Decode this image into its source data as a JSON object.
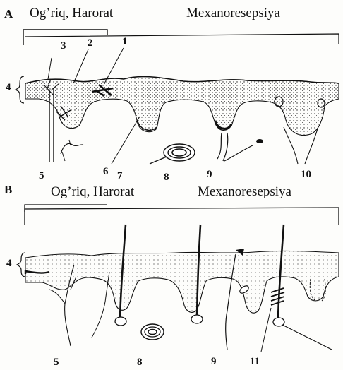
{
  "panel_a": {
    "letter": "A",
    "category_left": "Og’riq, Harorat",
    "category_right": "Mexanoresepsiya",
    "numbers": {
      "n1": "1",
      "n2": "2",
      "n3": "3",
      "n4": "4",
      "n5": "5",
      "n6": "6",
      "n7": "7",
      "n8": "8",
      "n9": "9",
      "n10": "10"
    }
  },
  "panel_b": {
    "letter": "B",
    "category_left": "Og’riq, Harorat",
    "category_right": "Mexanoresepsiya",
    "numbers": {
      "n4": "4",
      "n5": "5",
      "n8": "8",
      "n9": "9",
      "n11": "11"
    }
  },
  "colors": {
    "ink": "#111111",
    "paper": "#fdfdfb"
  }
}
